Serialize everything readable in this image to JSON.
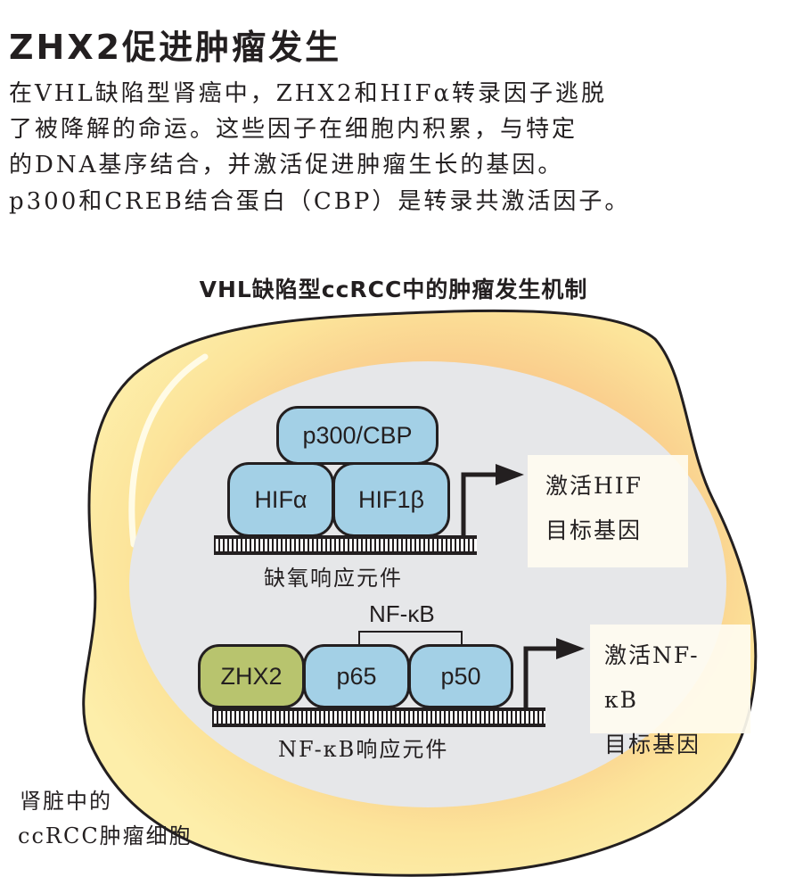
{
  "title": "ZHX2促进肿瘤发生",
  "paragraph": [
    "在VHL缺陷型肾癌中，ZHX2和HIFα转录因子逃脱",
    "了被降解的命运。这些因子在细胞内积累，与特定",
    "的DNA基序结合，并激活促进肿瘤生长的基因。",
    "p300和CREB结合蛋白（CBP）是转录共激活因子。"
  ],
  "diagram": {
    "subtitle": "VHL缺陷型ccRCC中的肿瘤发生机制",
    "hif_complex": {
      "coactivator": "p300/CBP",
      "factors": [
        "HIFα",
        "HIF1β"
      ],
      "element_label": "缺氧响应元件",
      "target": [
        "激活HIF",
        "目标基因"
      ]
    },
    "nfkb_complex": {
      "group_label": "NF-κB",
      "factors": [
        "ZHX2",
        "p65",
        "p50"
      ],
      "element_label": "NF-κB响应元件",
      "target": [
        "激活NF-κB",
        "目标基因"
      ]
    },
    "cell_label": [
      "肾脏中的",
      "ccRCC肿瘤细胞"
    ]
  },
  "colors": {
    "cell": "#fce9a0",
    "nucleus": "#e6e7e9",
    "protein": "#a3d0e6",
    "zhx2": "#b8c46e"
  }
}
